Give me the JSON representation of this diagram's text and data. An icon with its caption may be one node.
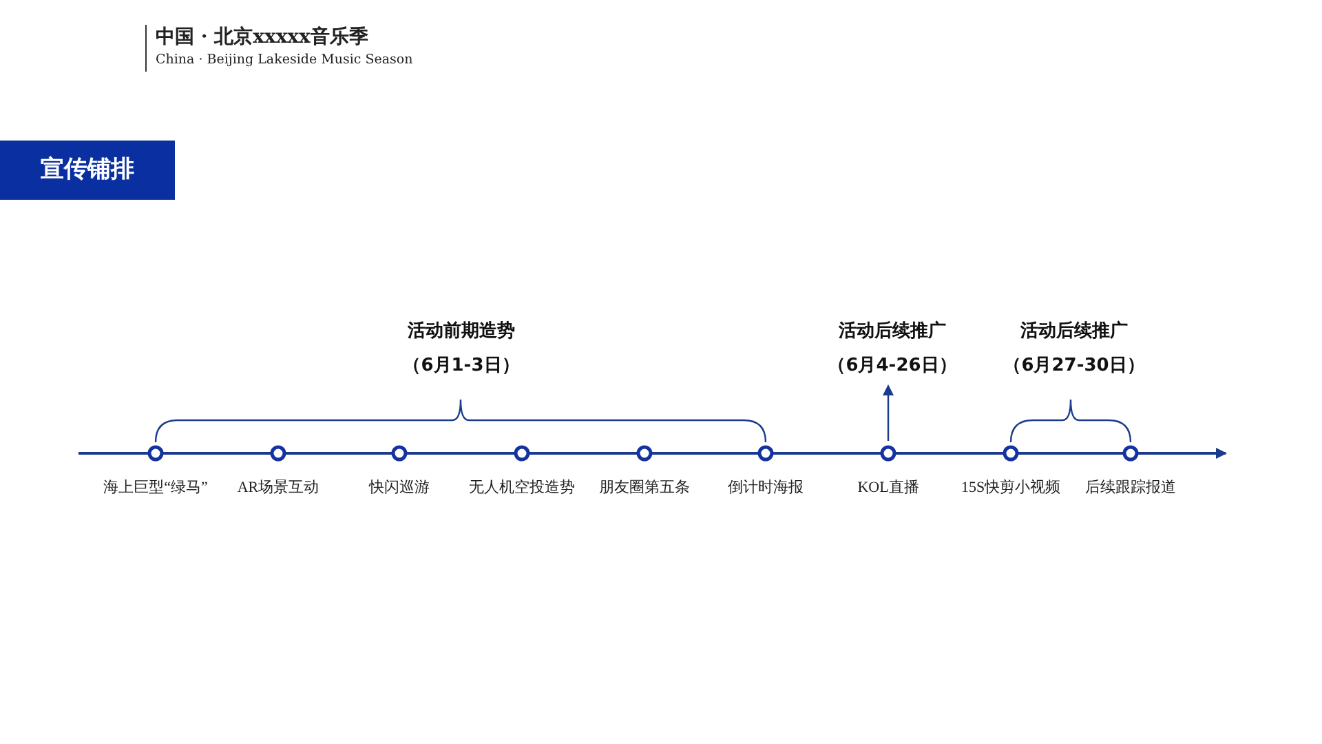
{
  "diagram": {
    "title": "宣传铺排",
    "nodes": [
      {
        "text": [
          "海上巨型“绿马”"
        ]
      },
      {
        "text": [
          "AR场景互动"
        ]
      },
      {
        "text": [
          "快闪巡游"
        ]
      },
      {
        "text": [
          "无人机空投造势"
        ]
      },
      {
        "text": [
          "朋友圈第五条"
        ]
      },
      {
        "text": [
          "倒计时海报"
        ]
      },
      {
        "text": [
          "KOL直播"
        ]
      },
      {
        "text": [
          "15S快剪小视频"
        ]
      },
      {
        "text": [
          "后续跟踪报道"
        ]
      },
      {
        "text": [
          "活动前期造势",
          "（6月1-3日）"
        ]
      },
      {
        "text": [
          "活动后续推广",
          "（6月4-26日）"
        ]
      },
      {
        "text": [
          "活动后续推广",
          "（6月27-30日）"
        ]
      }
    ],
    "edges": [
      {
        "from": 6,
        "to": 10,
        "arrow": "to"
      }
    ],
    "labels": [
      "中国 · 北京xxxxx音乐季",
      "China · Beijing Lakeside Music Season"
    ]
  }
}
